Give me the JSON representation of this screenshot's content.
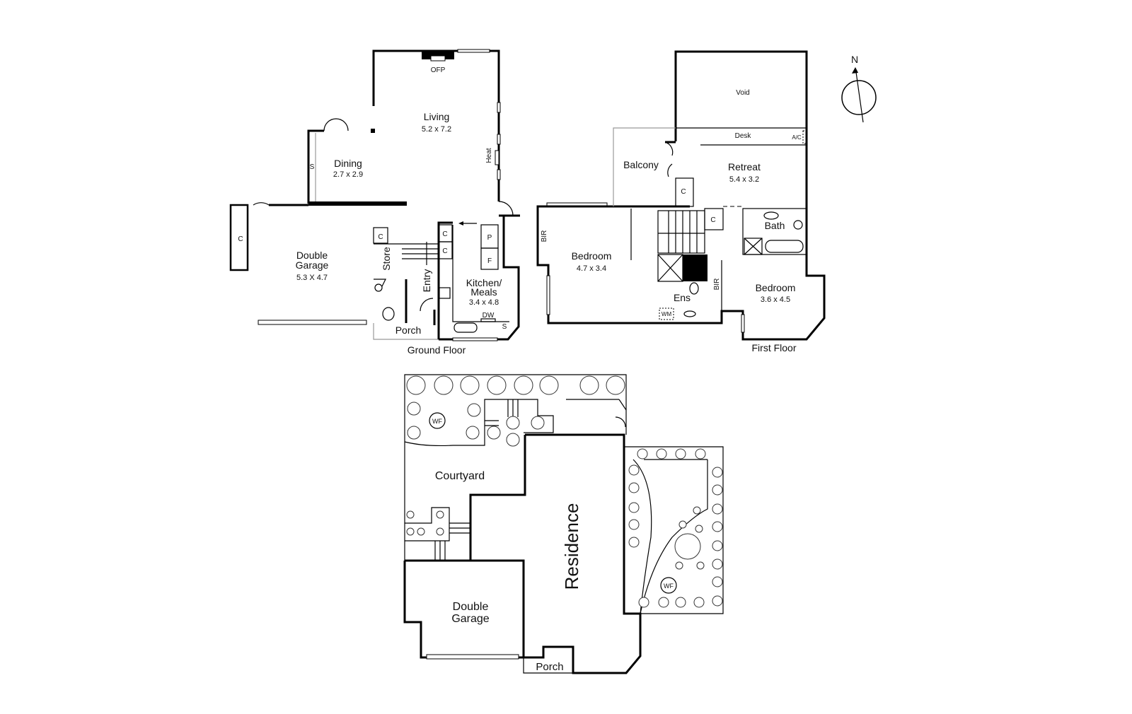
{
  "ground_floor": {
    "title": "Ground Floor",
    "rooms": {
      "living": {
        "name": "Living",
        "size": "5.2 x 7.2"
      },
      "dining": {
        "name": "Dining",
        "size": "2.7 x 2.9"
      },
      "garage": {
        "name1": "Double",
        "name2": "Garage",
        "size": "5.3 X 4.7"
      },
      "kitchen": {
        "name1": "Kitchen/",
        "name2": "Meals",
        "size": "3.4 x 4.8"
      },
      "store": "Store",
      "entry": "Entry",
      "porch": "Porch"
    },
    "labels": {
      "ofp": "OFP",
      "heat": "Heat",
      "s1": "S",
      "s2": "S",
      "c_garage": "C",
      "c1": "C",
      "c2": "C",
      "c3": "C",
      "pantry": "P",
      "fridge": "F",
      "dw": "DW"
    }
  },
  "first_floor": {
    "title": "First Floor",
    "rooms": {
      "void": "Void",
      "desk": "Desk",
      "ac": "A/C",
      "balcony": "Balcony",
      "retreat": {
        "name": "Retreat",
        "size": "5.4 x 3.2"
      },
      "bedroom1": {
        "name": "Bedroom",
        "size": "4.7 x 3.4"
      },
      "bedroom2": {
        "name": "Bedroom",
        "size": "3.6 x 4.5"
      },
      "bath": "Bath",
      "ens": "Ens",
      "wm": "WM"
    },
    "labels": {
      "bir1": "BIR",
      "bir2": "BIR",
      "c1": "C",
      "c2": "C"
    }
  },
  "compass": {
    "label": "N"
  },
  "site_plan": {
    "courtyard": "Courtyard",
    "residence": "Residence",
    "garage1": "Double",
    "garage2": "Garage",
    "porch": "Porch",
    "wf1": "WF",
    "wf2": "WF"
  }
}
